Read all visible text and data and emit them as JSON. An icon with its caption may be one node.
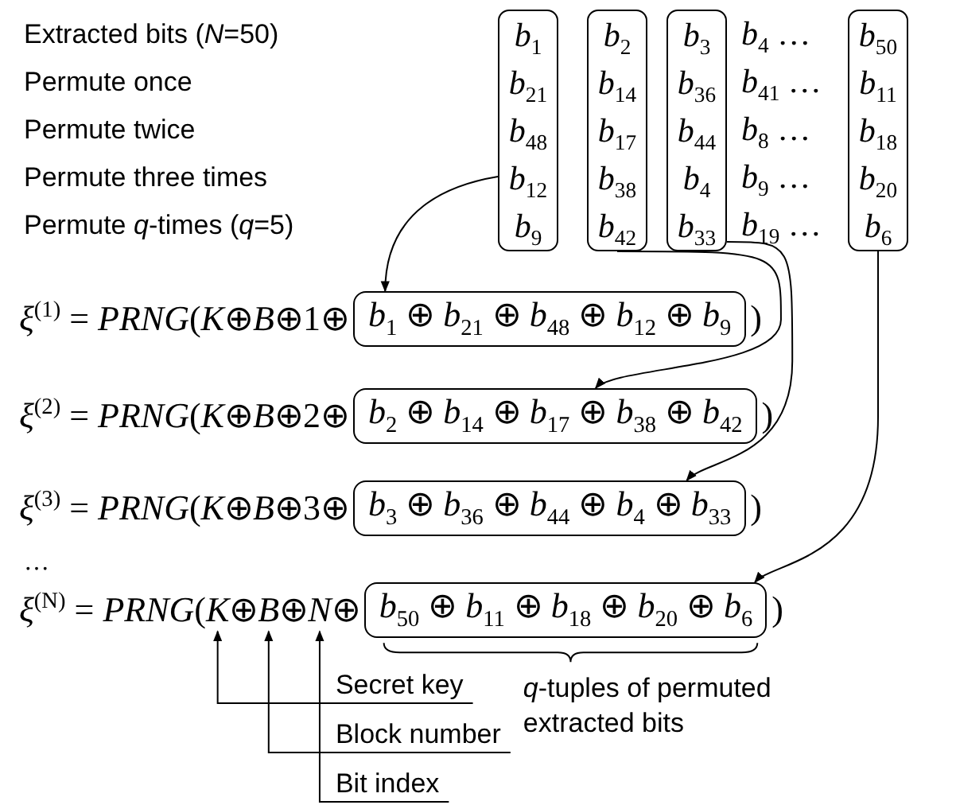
{
  "diagram": {
    "nodes": [
      {
        "text": [
          "*b*$_{1}$",
          "*b*$_{21}$",
          "*b*$_{48}$",
          "*b*$_{12}$",
          "*b*$_{9}$"
        ]
      },
      {
        "text": [
          "*b*$_{2}$",
          "*b*$_{14}$",
          "*b*$_{17}$",
          "*b*$_{38}$",
          "*b*$_{42}$"
        ]
      },
      {
        "text": [
          "*b*$_{3}$",
          "*b*$_{36}$",
          "*b*$_{44}$",
          "*b*$_{4}$",
          "*b*$_{33}$"
        ]
      },
      {
        "text": [
          "*b*$_{50}$",
          "*b*$_{11}$",
          "*b*$_{18}$",
          "*b*$_{20}$",
          "*b*$_{6}$"
        ]
      },
      {
        "text": [
          "*b*$_{1}$ ⊕ *b*$_{21}$ ⊕ *b*$_{48}$ ⊕ *b*$_{12}$ ⊕ *b*$_{9}$"
        ]
      },
      {
        "text": [
          "*b*$_{2}$ ⊕ *b*$_{14}$ ⊕ *b*$_{17}$ ⊕ *b*$_{38}$ ⊕ *b*$_{42}$"
        ]
      },
      {
        "text": [
          "*b*$_{3}$ ⊕ *b*$_{36}$ ⊕ *b*$_{44}$ ⊕ *b*$_{4}$ ⊕ *b*$_{33}$"
        ]
      },
      {
        "text": [
          "*b*$_{50}$ ⊕ *b*$_{11}$ ⊕ *b*$_{18}$ ⊕ *b*$_{20}$ ⊕ *b*$_{6}$"
        ]
      },
      {
        "text": [
          "Secret key"
        ]
      },
      {
        "text": [
          "Block number"
        ]
      },
      {
        "text": [
          "Bit index"
        ]
      },
      {
        "text": [
          "*ξ*$^{(N)}$ = *PRNG*(*K*⊕*B*⊕*N*⊕"
        ]
      }
    ],
    "edges": [
      {
        "from": 0,
        "to": 4,
        "arrow": "to"
      },
      {
        "from": 1,
        "to": 5,
        "arrow": "to"
      },
      {
        "from": 2,
        "to": 6,
        "arrow": "to"
      },
      {
        "from": 3,
        "to": 7,
        "arrow": "to"
      },
      {
        "from": 8,
        "to": 11,
        "arrow": "to"
      },
      {
        "from": 9,
        "to": 11,
        "arrow": "to"
      },
      {
        "from": 10,
        "to": 11,
        "arrow": "to"
      }
    ],
    "labels": [
      "Extracted bits (*N*=50)",
      "Permute once",
      "Permute twice",
      "Permute three times",
      "Permute *q*-times (*q*=5)",
      "*b*$_{4}$ …",
      "*b*$_{41}$ …",
      "*b*$_{8}$ …",
      "*b*$_{9}$ …",
      "*b*$_{19}$ …",
      "*ξ*$^{(1)}$ = *PRNG*(*K*⊕*B*⊕1⊕",
      ")",
      "*ξ*$^{(2)}$ = *PRNG*(*K*⊕*B*⊕2⊕",
      ")",
      "*ξ*$^{(3)}$ = *PRNG*(*K*⊕*B*⊕3⊕",
      ")",
      "…",
      ")",
      "*q*-tuples of permuted extracted bits"
    ]
  }
}
